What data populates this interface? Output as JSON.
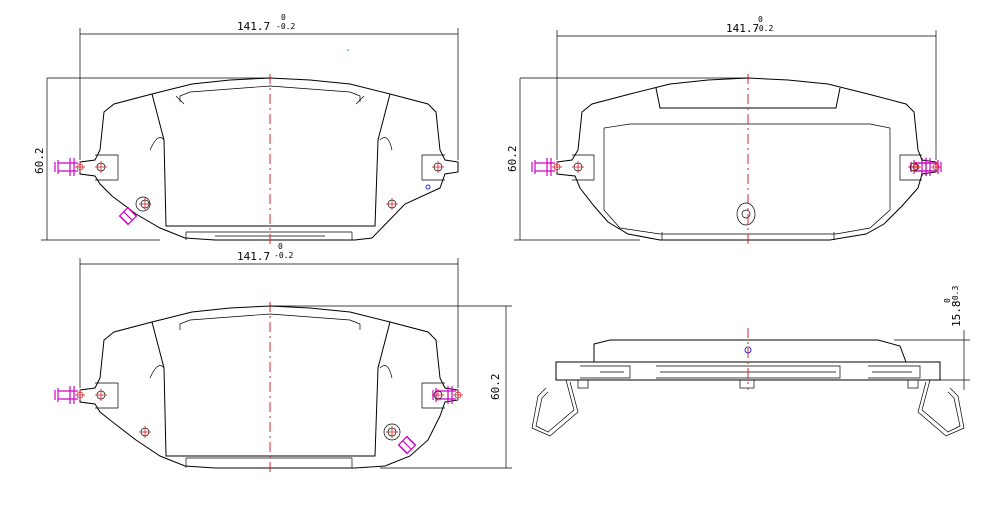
{
  "dimensions": {
    "width_value": "141.7",
    "width_tol_upper": "0",
    "width_tol_lower": "-0.2",
    "height_value": "60.2",
    "thickness_value": "15.8",
    "thickness_tol_upper": "0",
    "thickness_tol_lower": "-0.3"
  },
  "colors": {
    "outline": "#000000",
    "centerline": "#e0202a",
    "clip": "#d000c8",
    "marker": "#2a2adc"
  }
}
